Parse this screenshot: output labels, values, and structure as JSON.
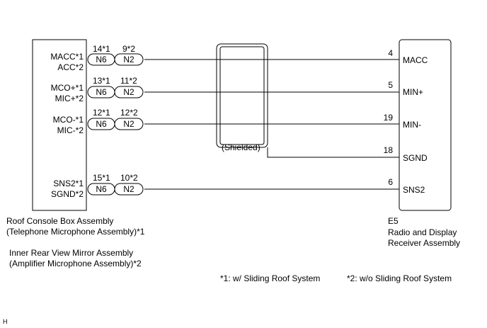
{
  "left_component": {
    "pins": [
      {
        "l1": "MACC*1",
        "l2": "ACC*2"
      },
      {
        "l1": "MCO+*1",
        "l2": "MIC+*2"
      },
      {
        "l1": "MCO-*1",
        "l2": "MIC-*2"
      },
      {
        "l1": "SNS2*1",
        "l2": "SGND*2"
      }
    ],
    "caption1_l1": "Roof Console Box Assembly",
    "caption1_l2": "(Telephone Microphone Assembly)*1",
    "caption2_l1": "Inner Rear View Mirror Assembly",
    "caption2_l2": "(Amplifier Microphone Assembly)*2"
  },
  "connectors": [
    {
      "a_num": "14*1",
      "a": "N6",
      "b_num": "9*2",
      "b": "N2"
    },
    {
      "a_num": "13*1",
      "a": "N6",
      "b_num": "11*2",
      "b": "N2"
    },
    {
      "a_num": "12*1",
      "a": "N6",
      "b_num": "12*2",
      "b": "N2"
    },
    {
      "a_num": "15*1",
      "a": "N6",
      "b_num": "10*2",
      "b": "N2"
    }
  ],
  "right_component": {
    "code": "E5",
    "name_l1": "Radio and Display",
    "name_l2": "Receiver Assembly",
    "pins": [
      {
        "num": "4",
        "label": "MACC"
      },
      {
        "num": "5",
        "label": "MIN+"
      },
      {
        "num": "19",
        "label": "MIN-"
      },
      {
        "num": "18",
        "label": "SGND"
      },
      {
        "num": "6",
        "label": "SNS2"
      }
    ]
  },
  "shield_label": "(Shielded)",
  "notes": {
    "n1": "*1: w/ Sliding Roof System",
    "n2": "*2: w/o Sliding Roof System"
  },
  "corner_mark": "H"
}
